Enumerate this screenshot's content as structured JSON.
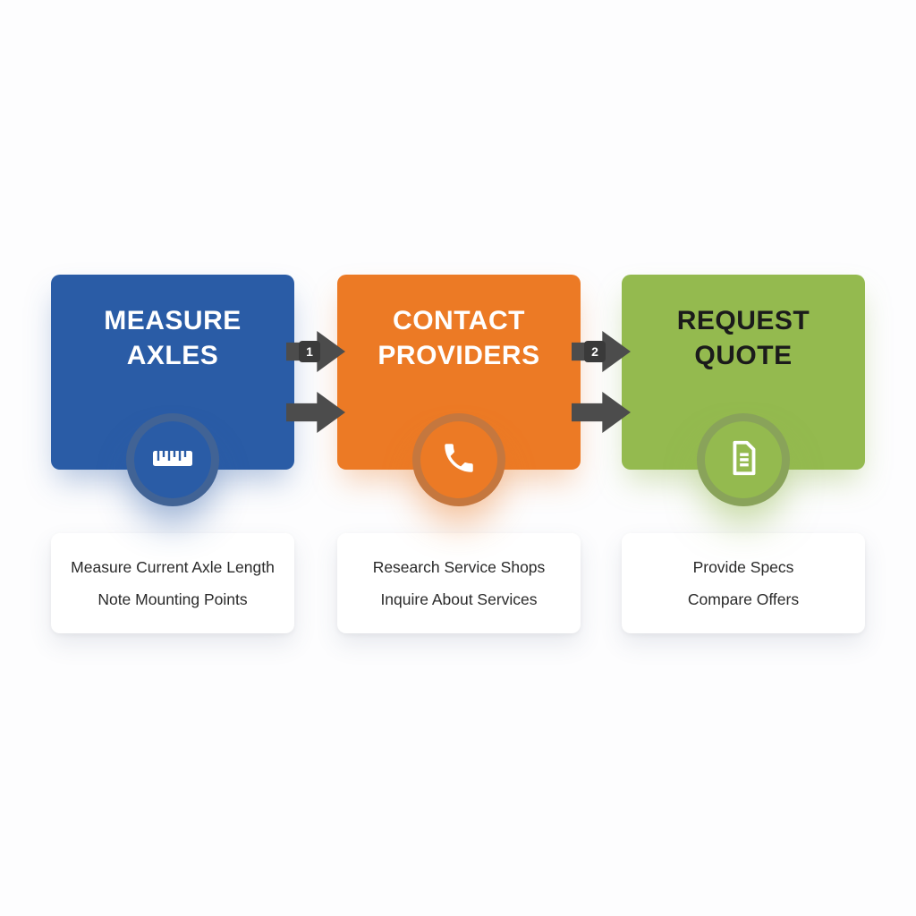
{
  "diagram": {
    "type": "process-flow",
    "background_color": "#fdfdfe",
    "arrow_color": "#4c4c4c"
  },
  "steps": [
    {
      "title": "MEASURE AXLES",
      "color": "#2a5ca6",
      "text_color": "#ffffff",
      "icon": "ruler-icon",
      "details": [
        "Measure Current Axle Length",
        "Note Mounting Points"
      ]
    },
    {
      "title": "CONTACT PROVIDERS",
      "color": "#ec7a25",
      "text_color": "#ffffff",
      "icon": "phone-icon",
      "details": [
        "Research Service Shops",
        "Inquire About Services"
      ]
    },
    {
      "title": "REQUEST QUOTE",
      "color": "#94ba4f",
      "text_color": "#1b1b1b",
      "icon": "document-icon",
      "details": [
        "Provide Specs",
        "Compare Offers"
      ]
    }
  ],
  "connectors": [
    {
      "number": "1"
    },
    {
      "number": "2"
    }
  ]
}
